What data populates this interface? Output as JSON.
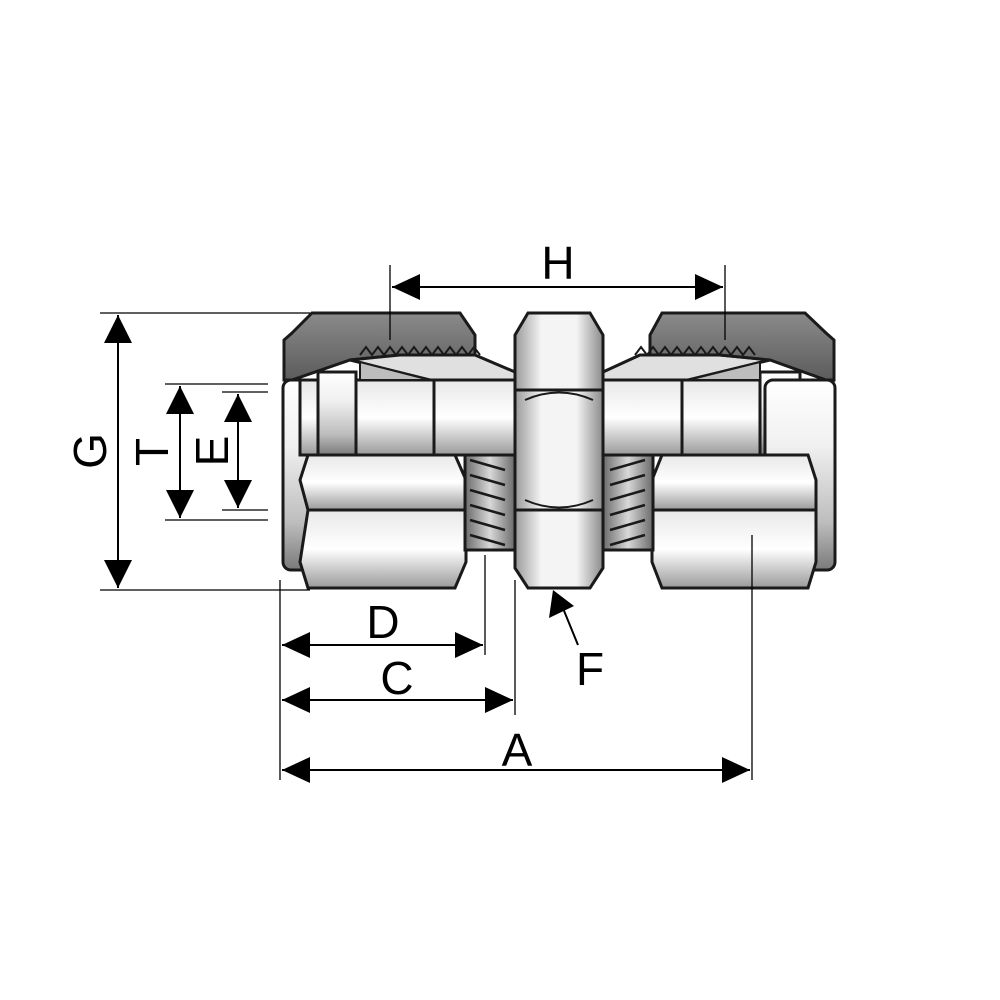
{
  "dimensions": {
    "A": "A",
    "C": "C",
    "D": "D",
    "E": "E",
    "F": "F",
    "G": "G",
    "H": "H",
    "T": "T"
  },
  "colors": {
    "outline": "#1a1a1a",
    "nut_dark": "#6e6e6e",
    "metal_light": "#f2f2f2",
    "metal_mid": "#c4c4c4",
    "metal_shade": "#8c8c8c"
  }
}
